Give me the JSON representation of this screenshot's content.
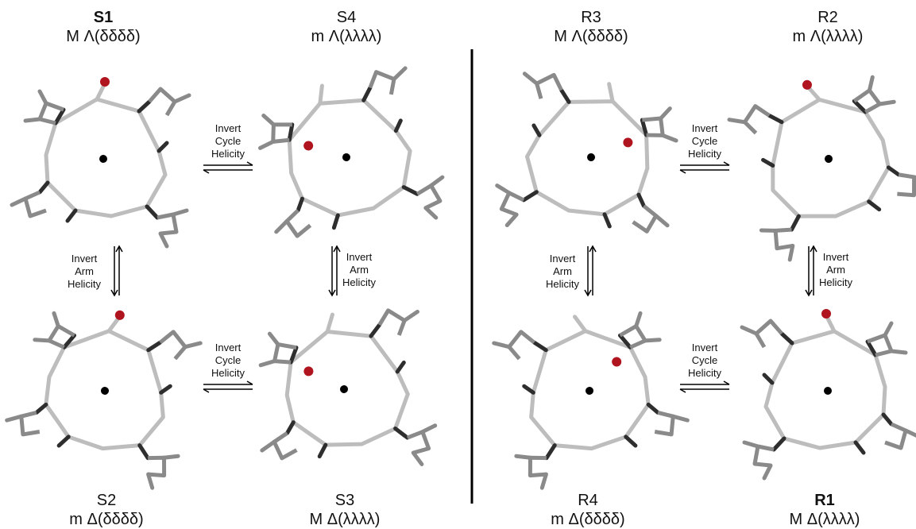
{
  "structures": [
    {
      "key": "S1",
      "id": "S1",
      "bold": true,
      "desc": "M Λ(δδδδ)"
    },
    {
      "key": "S4",
      "id": "S4",
      "bold": false,
      "desc": "m Λ(λλλλ)"
    },
    {
      "key": "S2",
      "id": "S2",
      "bold": false,
      "desc": "m Δ(δδδδ)"
    },
    {
      "key": "S3",
      "id": "S3",
      "bold": false,
      "desc": "M Δ(λλλλ)"
    },
    {
      "key": "R3",
      "id": "R3",
      "bold": false,
      "desc": "M Λ(δδδδ)"
    },
    {
      "key": "R2",
      "id": "R2",
      "bold": false,
      "desc": "m Λ(λλλλ)"
    },
    {
      "key": "R4",
      "id": "R4",
      "bold": false,
      "desc": "m Δ(δδδδ)"
    },
    {
      "key": "R1",
      "id": "R1",
      "bold": true,
      "desc": "M Δ(λλλλ)"
    }
  ],
  "arrows": {
    "cycle": [
      "Invert",
      "Cycle",
      "Helicity"
    ],
    "arm": [
      "Invert",
      "Arm",
      "Helicity"
    ]
  },
  "colors": {
    "bond_light": "#bdbdbd",
    "bond_mid": "#8a8a8a",
    "bond_dark": "#2e2e2e",
    "oxygen": "#b0151f",
    "center": "#000000",
    "divider": "#000000"
  }
}
